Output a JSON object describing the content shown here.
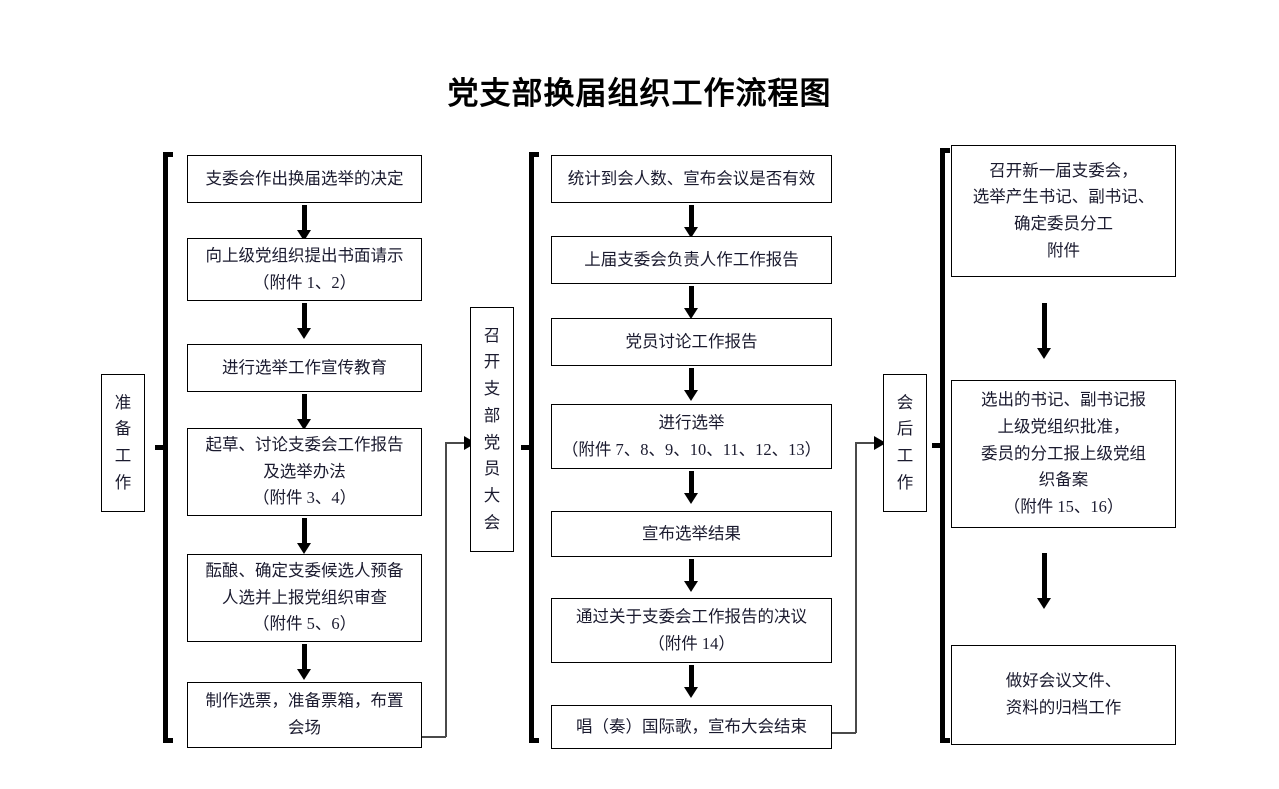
{
  "title": "党支部换届组织工作流程图",
  "phases": [
    {
      "id": "prep",
      "label": "准备工作",
      "chars": [
        "准",
        "备",
        "工",
        "作"
      ]
    },
    {
      "id": "meeting",
      "label": "召开支部党员大会",
      "chars": [
        "召",
        "开",
        "支",
        "部",
        "党",
        "员",
        "大",
        "会"
      ]
    },
    {
      "id": "after",
      "label": "会后工作",
      "chars": [
        "会",
        "后",
        "工",
        "作"
      ]
    }
  ],
  "columns": [
    {
      "id": "preparation-column",
      "phase": "准备工作",
      "steps": [
        {
          "lines": [
            "支委会作出换届选举的决定"
          ]
        },
        {
          "lines": [
            "向上级党组织提出书面请示",
            "（附件 1、2）"
          ]
        },
        {
          "lines": [
            "进行选举工作宣传教育"
          ]
        },
        {
          "lines": [
            "起草、讨论支委会工作报告",
            "及选举办法",
            "（附件 3、4）"
          ]
        },
        {
          "lines": [
            "酝酿、确定支委候选人预备",
            "人选并上报党组织审查",
            "（附件 5、6）"
          ]
        },
        {
          "lines": [
            "制作选票，准备票箱，布置",
            "会场"
          ]
        }
      ]
    },
    {
      "id": "assembly-column",
      "phase": "召开支部党员大会",
      "steps": [
        {
          "lines": [
            "统计到会人数、宣布会议是否有效"
          ]
        },
        {
          "lines": [
            "上届支委会负责人作工作报告"
          ]
        },
        {
          "lines": [
            "党员讨论工作报告"
          ]
        },
        {
          "lines": [
            "进行选举",
            "（附件 7、8、9、10、11、12、13）"
          ]
        },
        {
          "lines": [
            "宣布选举结果"
          ]
        },
        {
          "lines": [
            "通过关于支委会工作报告的决议",
            "（附件 14）"
          ]
        },
        {
          "lines": [
            "唱（奏）国际歌，宣布大会结束"
          ]
        }
      ]
    },
    {
      "id": "followup-column",
      "phase": "会后工作",
      "steps": [
        {
          "lines": [
            "召开新一届支委会，",
            "选举产生书记、副书记、",
            "确定委员分工",
            "附件"
          ]
        },
        {
          "lines": [
            "选出的书记、副书记报",
            "上级党组织批准，",
            "委员的分工报上级党组",
            "织备案",
            "（附件 15、16）"
          ]
        },
        {
          "lines": [
            "做好会议文件、",
            "资料的归档工作"
          ]
        }
      ]
    }
  ],
  "colors": {
    "ink": "#000000",
    "text": "#1a1a2e",
    "connector": "#4a4a4a",
    "background": "#ffffff"
  }
}
